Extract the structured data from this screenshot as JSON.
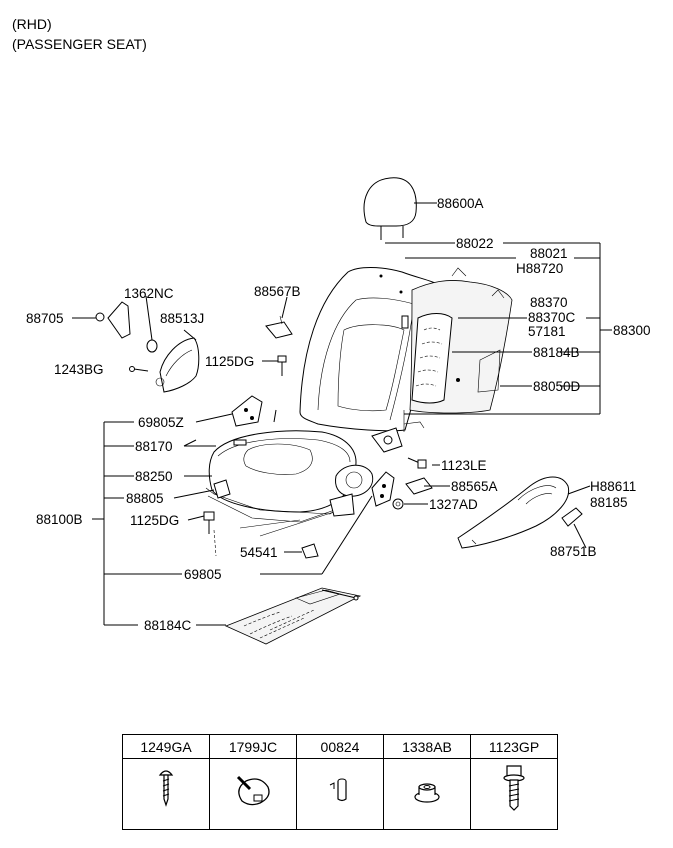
{
  "header": {
    "line1": "(RHD)",
    "line2": "(PASSENGER SEAT)"
  },
  "labels": {
    "p88600A": "88600A",
    "p88022": "88022",
    "p88021": "88021",
    "pH88720": "H88720",
    "p88370": "88370",
    "p88370C": "88370C",
    "p57181": "57181",
    "p88300": "88300",
    "p88184B": "88184B",
    "p88050D": "88050D",
    "p1362NC": "1362NC",
    "p88705": "88705",
    "p88513J": "88513J",
    "p88567B": "88567B",
    "p1243BG": "1243BG",
    "p1125DG_top": "1125DG",
    "p69805Z": "69805Z",
    "p88170": "88170",
    "p1123LE": "1123LE",
    "p88250": "88250",
    "p88565A": "88565A",
    "pH88611": "H88611",
    "p88185": "88185",
    "p88805": "88805",
    "p1327AD": "1327AD",
    "p88100B": "88100B",
    "p1125DG_bottom": "1125DG",
    "p88751B": "88751B",
    "p54541": "54541",
    "p69805": "69805",
    "p88184C": "88184C"
  },
  "legend": [
    {
      "code": "1249GA",
      "icon": "tapping-screw-icon"
    },
    {
      "code": "1799JC",
      "icon": "cable-tie-icon"
    },
    {
      "code": "00824",
      "icon": "pin-icon"
    },
    {
      "code": "1338AB",
      "icon": "flange-nut-icon"
    },
    {
      "code": "1123GP",
      "icon": "flange-bolt-icon"
    }
  ]
}
